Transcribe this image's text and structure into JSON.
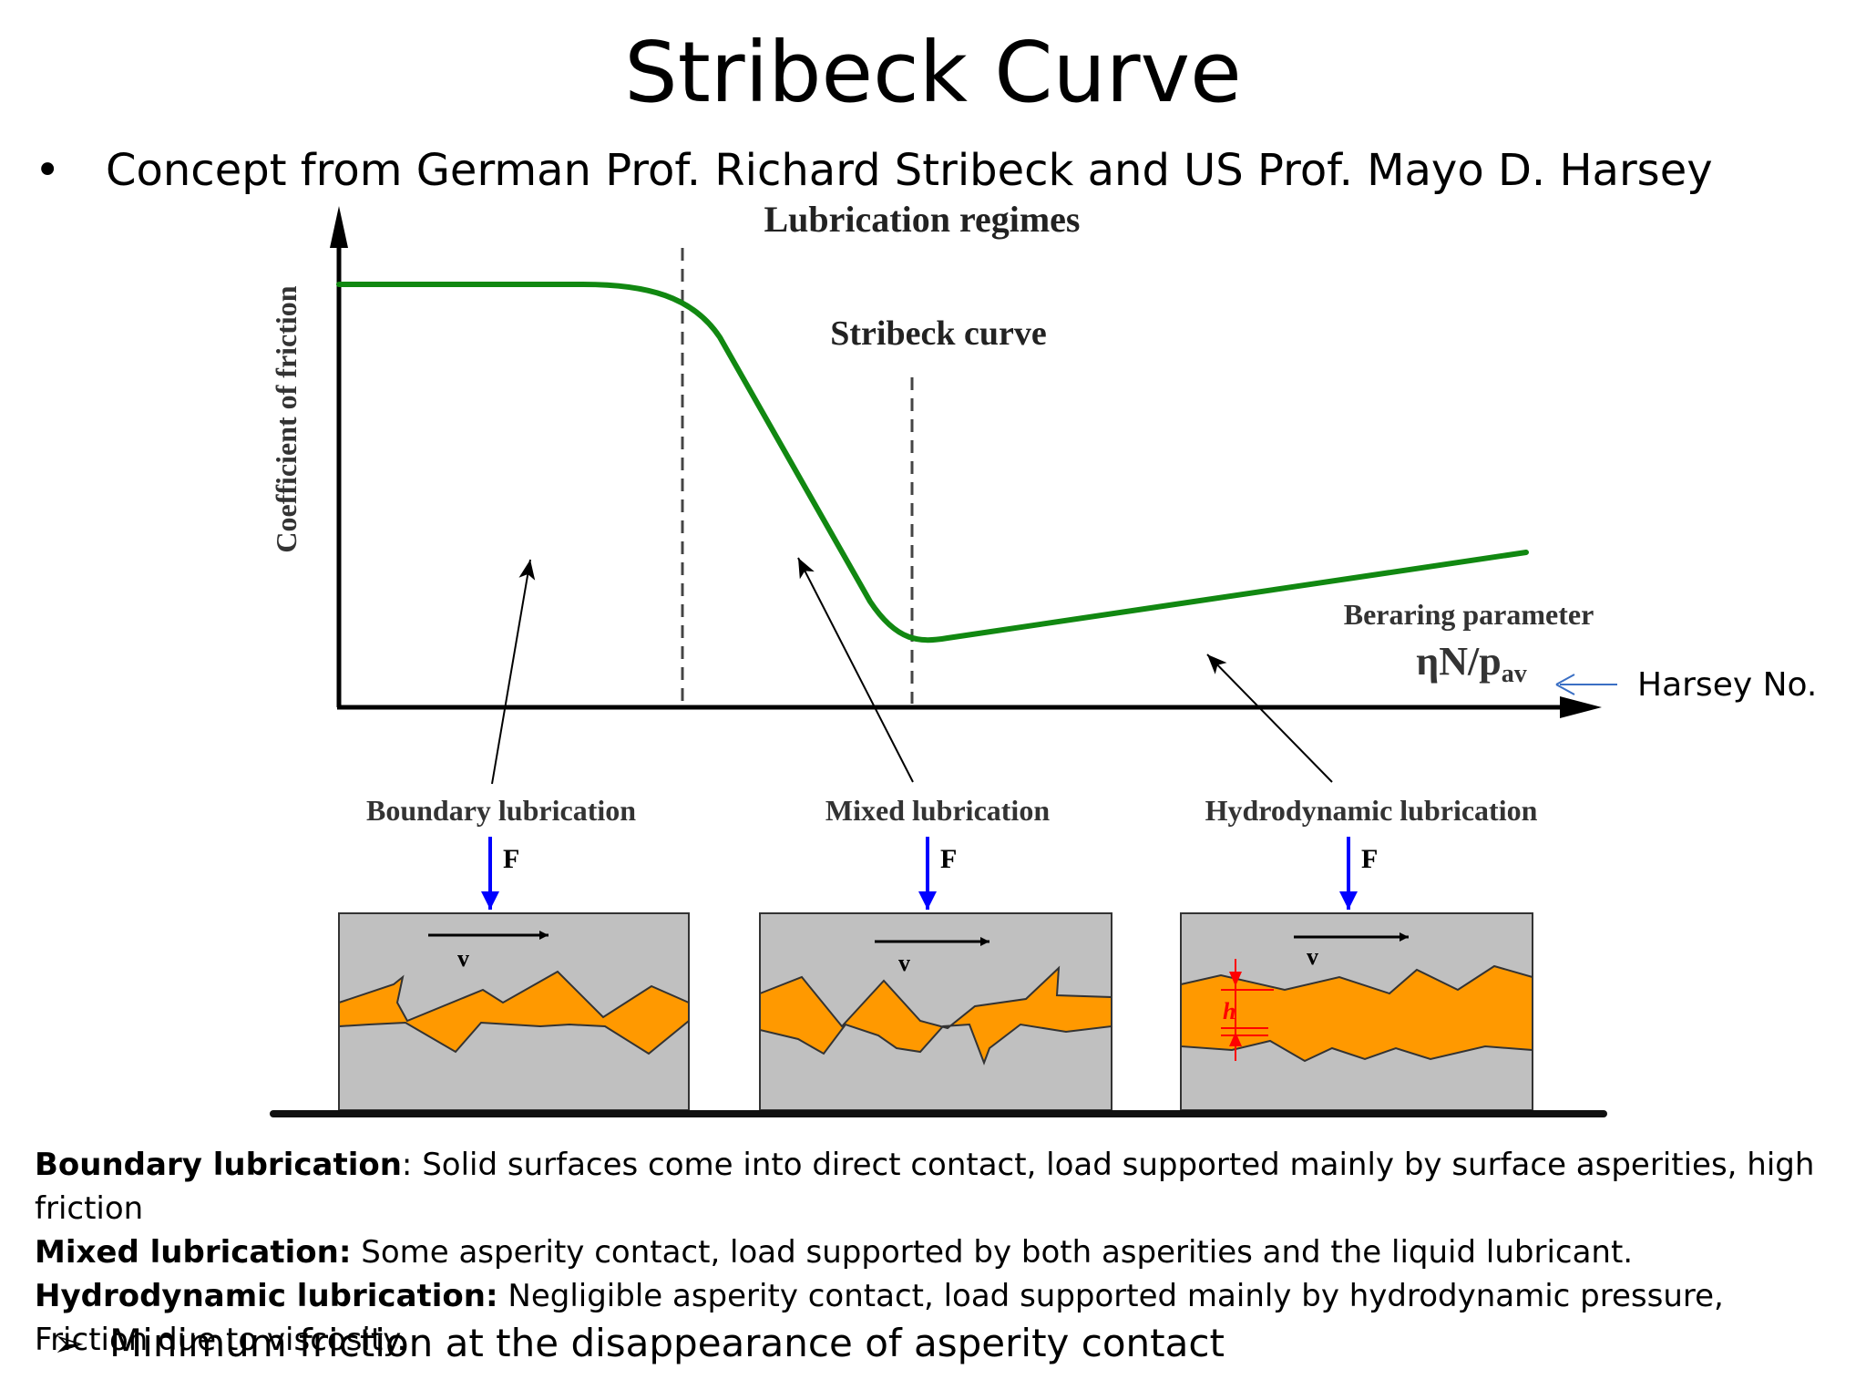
{
  "slide": {
    "title": "Stribeck Curve",
    "bullet_symbol": "•",
    "bullet_text": "Concept from German Prof. Richard Stribeck and US Prof. Mayo D. Harsey"
  },
  "diagram": {
    "heading": "Lubrication regimes",
    "curve_label": "Stribeck curve",
    "y_axis_label": "Coefficient of friction",
    "x_axis_label_line1": "Beraring parameter",
    "x_axis_label_line2_main": "ηN/p",
    "x_axis_label_line2_sub": "av",
    "harsey_label": "Harsey No.",
    "regimes": [
      {
        "name": "Boundary lubrication",
        "force_label": "F",
        "velocity_label": "v"
      },
      {
        "name": "Mixed lubrication",
        "force_label": "F",
        "velocity_label": "v"
      },
      {
        "name": "Hydrodynamic lubrication",
        "force_label": "F",
        "velocity_label": "v",
        "gap_label": "h"
      }
    ],
    "colors": {
      "curve": "#118811",
      "lubricant": "#ff9900",
      "surface": "#c0c0c0",
      "force_arrow": "#0000ff",
      "gap_marker": "#ff0000",
      "pointer_arrow": "#3a6fc4"
    }
  },
  "definitions": [
    {
      "term": "Boundary lubrication",
      "separator": ":",
      "text": " Solid surfaces come into direct contact, load supported mainly by surface asperities, high friction"
    },
    {
      "term": "Mixed lubrication:",
      "separator": "",
      "text": " Some asperity contact, load supported by both asperities and the liquid lubricant."
    },
    {
      "term": "Hydrodynamic lubrication:",
      "separator": "",
      "text": " Negligible asperity contact, load supported mainly by hydrodynamic pressure, Friction due to viscosity."
    }
  ],
  "final_bullet": {
    "symbol": "➢",
    "text": "Minimum friction at the disappearance of asperity contact"
  }
}
